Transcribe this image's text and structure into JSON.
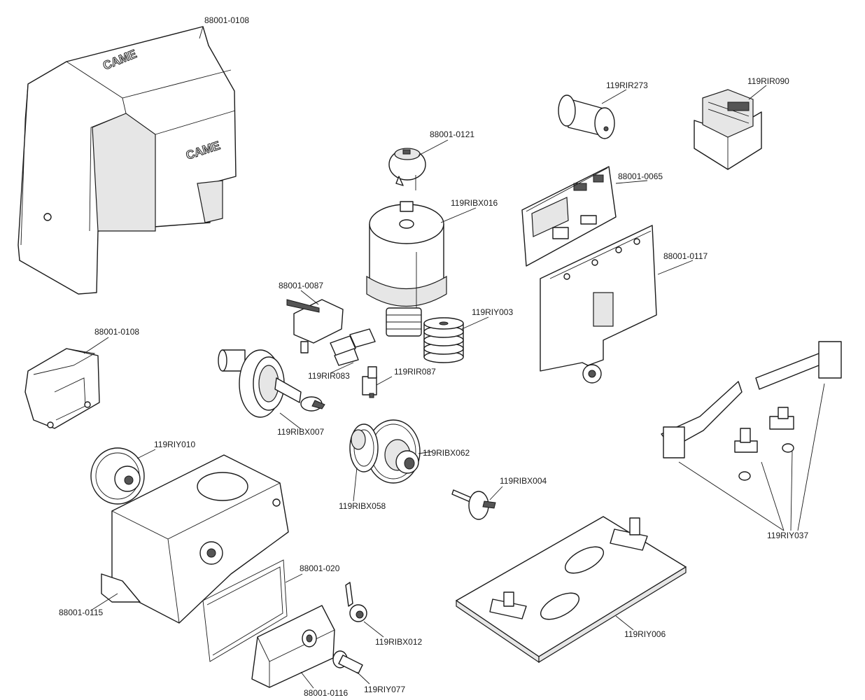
{
  "brand_text": "CAME",
  "labels": {
    "cover_top": "88001-0108",
    "cover_small": "88001-0108",
    "encoder_cap": "88001-0121",
    "motor": "119RIBX016",
    "capacitor": "119RIR273",
    "transformer": "119RIR090",
    "board": "88001-0065",
    "board_bracket": "88001-0117",
    "microswitch_block": "88001-0087",
    "limit_switch": "119RIR083",
    "connector": "119RIR087",
    "spring_pack": "119RIY003",
    "worm_shaft": "119RIBX007",
    "gear_large": "119RIBX062",
    "gear_helical": "119RIBX058",
    "release_shaft": "119RIBX004",
    "pinion": "119RIY010",
    "gearbox_body": "88001-0115",
    "gasket": "88001-020",
    "lock_cylinder": "119RIBX012",
    "release_cover": "88001-0116",
    "key": "119RIY077",
    "base_plate": "119RIY006",
    "limit_brackets": "119RIY037"
  }
}
